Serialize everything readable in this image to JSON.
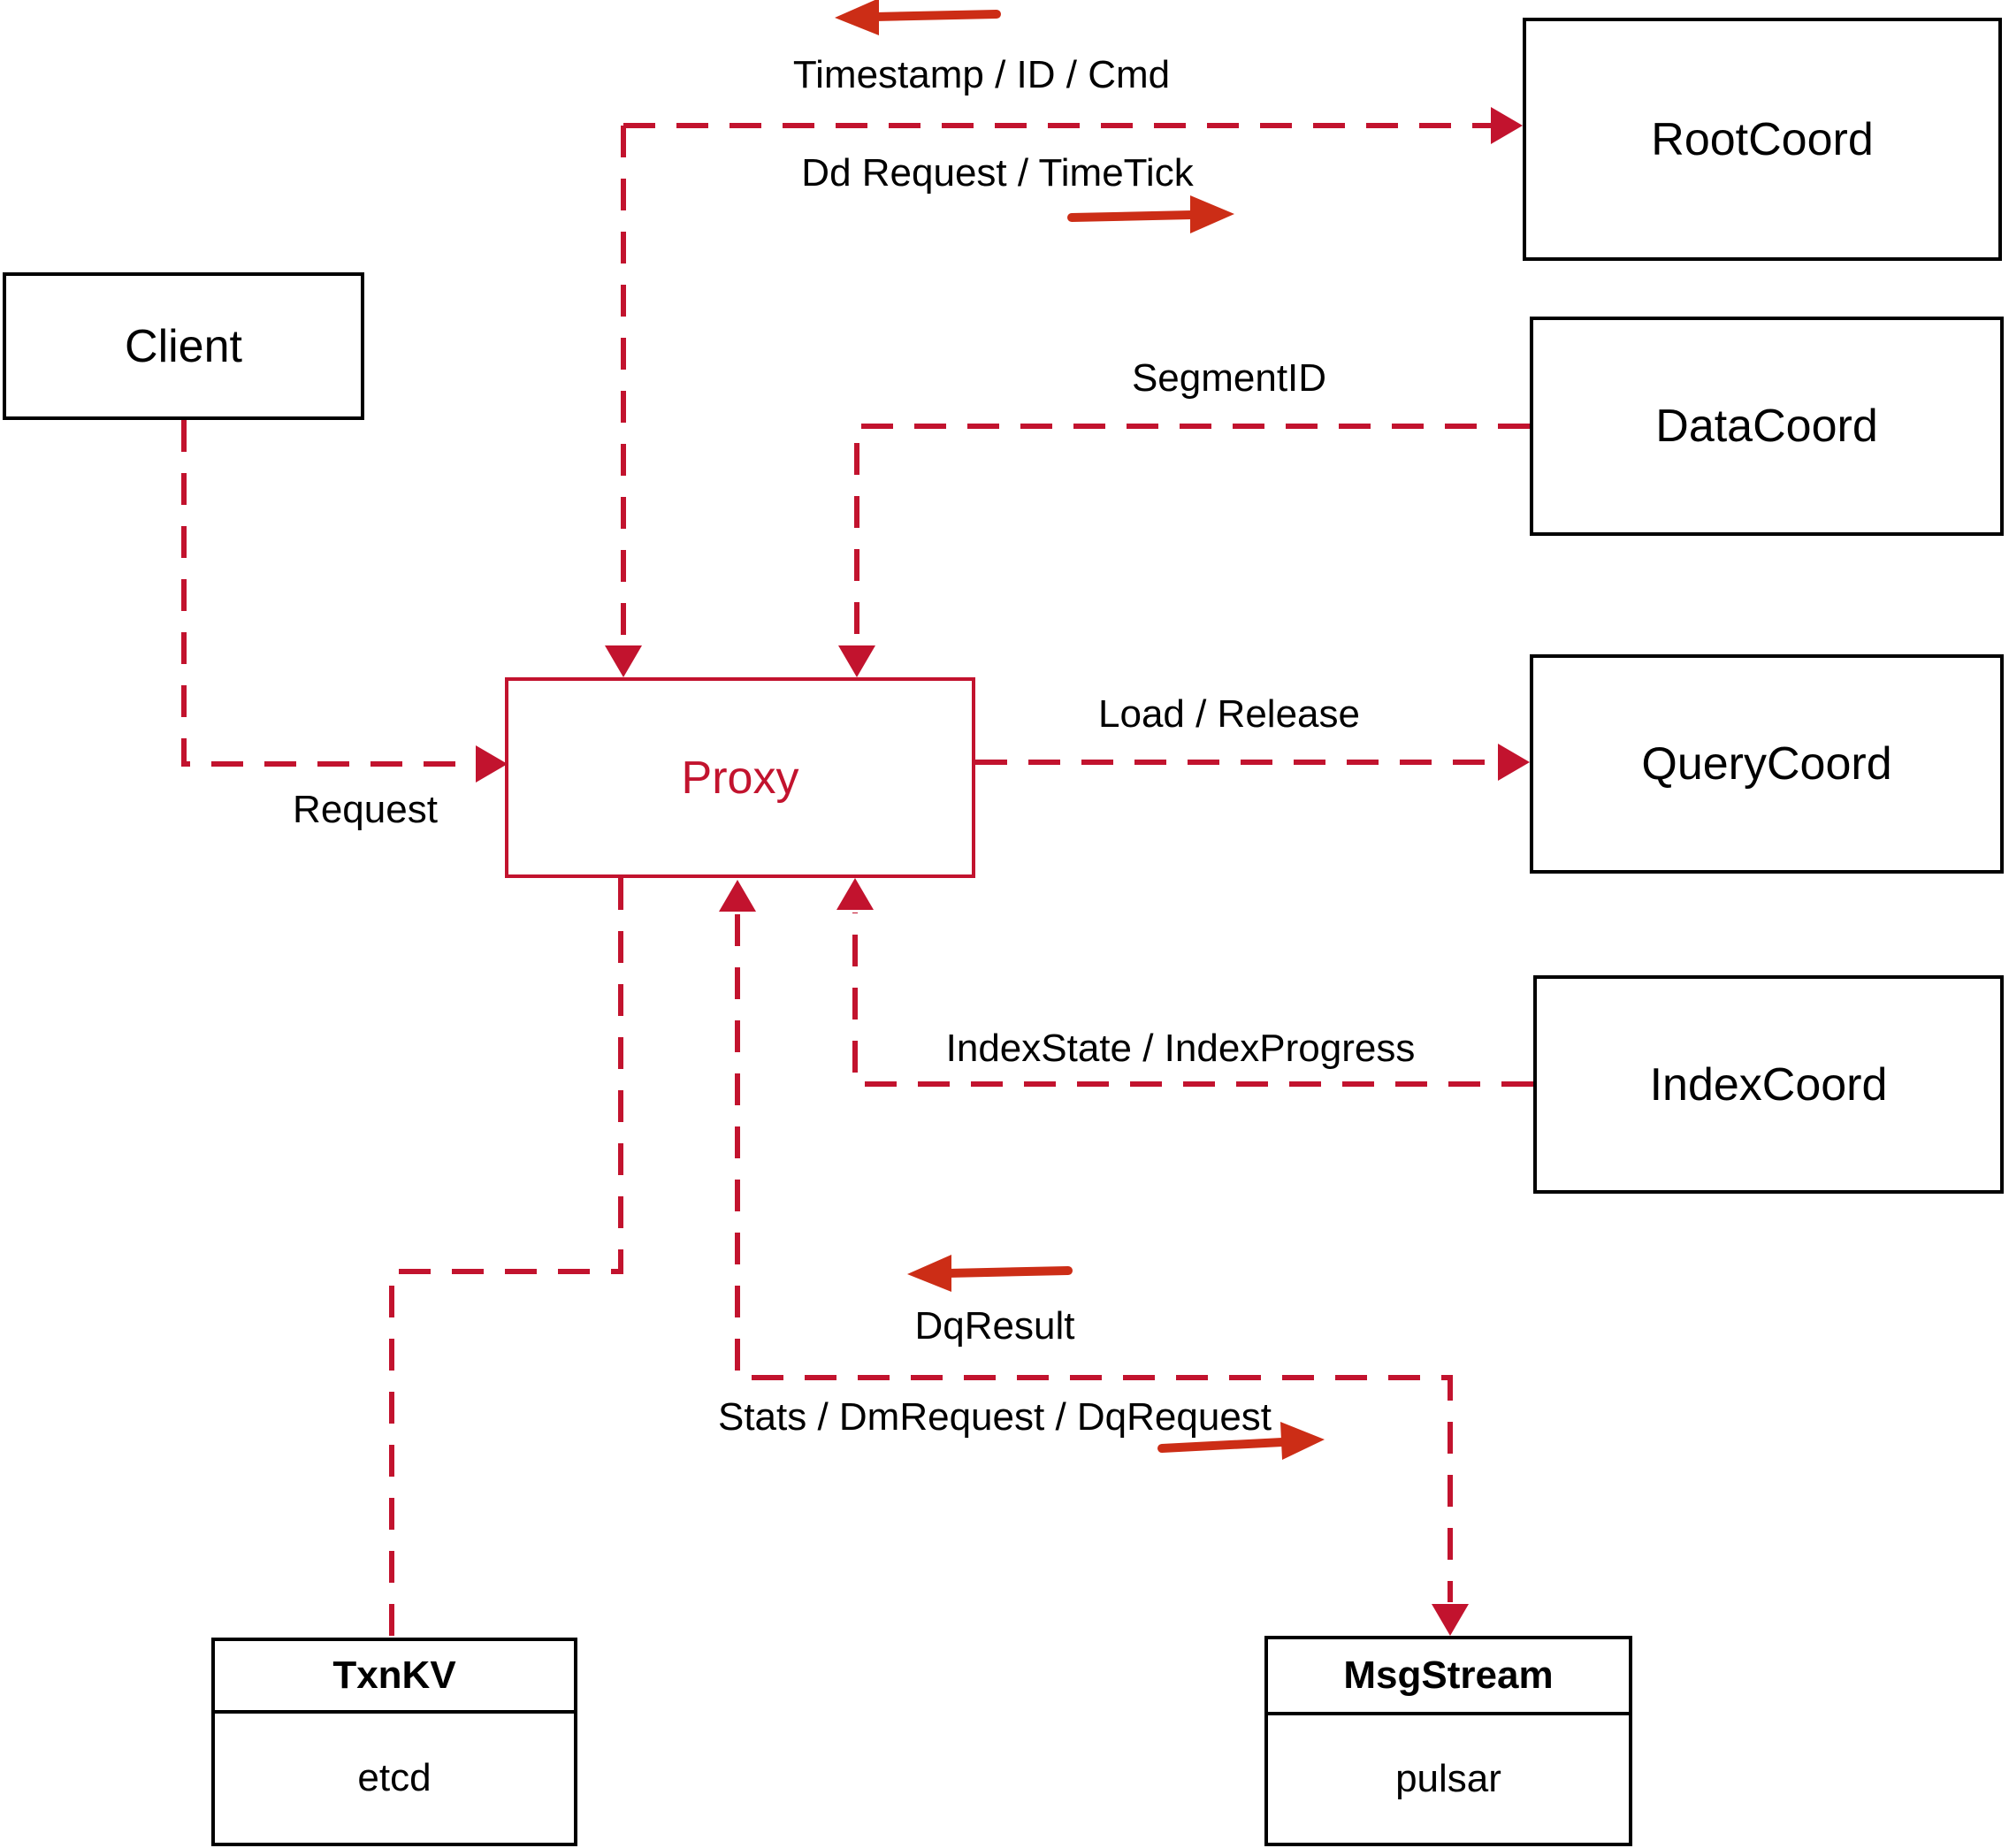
{
  "diagram": {
    "nodes": {
      "client": {
        "label": "Client"
      },
      "rootcoord": {
        "label": "RootCoord"
      },
      "datacoord": {
        "label": "DataCoord"
      },
      "querycoord": {
        "label": "QueryCoord"
      },
      "indexcoord": {
        "label": "IndexCoord"
      },
      "proxy": {
        "label": "Proxy"
      },
      "txnkv": {
        "title": "TxnKV",
        "subtitle": "etcd"
      },
      "msgstream": {
        "title": "MsgStream",
        "subtitle": "pulsar"
      }
    },
    "edge_labels": {
      "timestamp_id_cmd": "Timestamp / ID / Cmd",
      "dd_request_timetick": "Dd Request / TimeTick",
      "segment_id": "SegmentID",
      "load_release": "Load / Release",
      "index_state": "IndexState / IndexProgress",
      "request": "Request",
      "dq_result": "DqResult",
      "stats_dm_dq": "Stats / DmRequest / DqRequest"
    },
    "colors": {
      "dashed_line": "#c2132e",
      "solid_arrow": "#cc2d16",
      "proxy_accent": "#c2132e",
      "node_border": "#000000",
      "text": "#000000",
      "background": "#ffffff"
    }
  }
}
